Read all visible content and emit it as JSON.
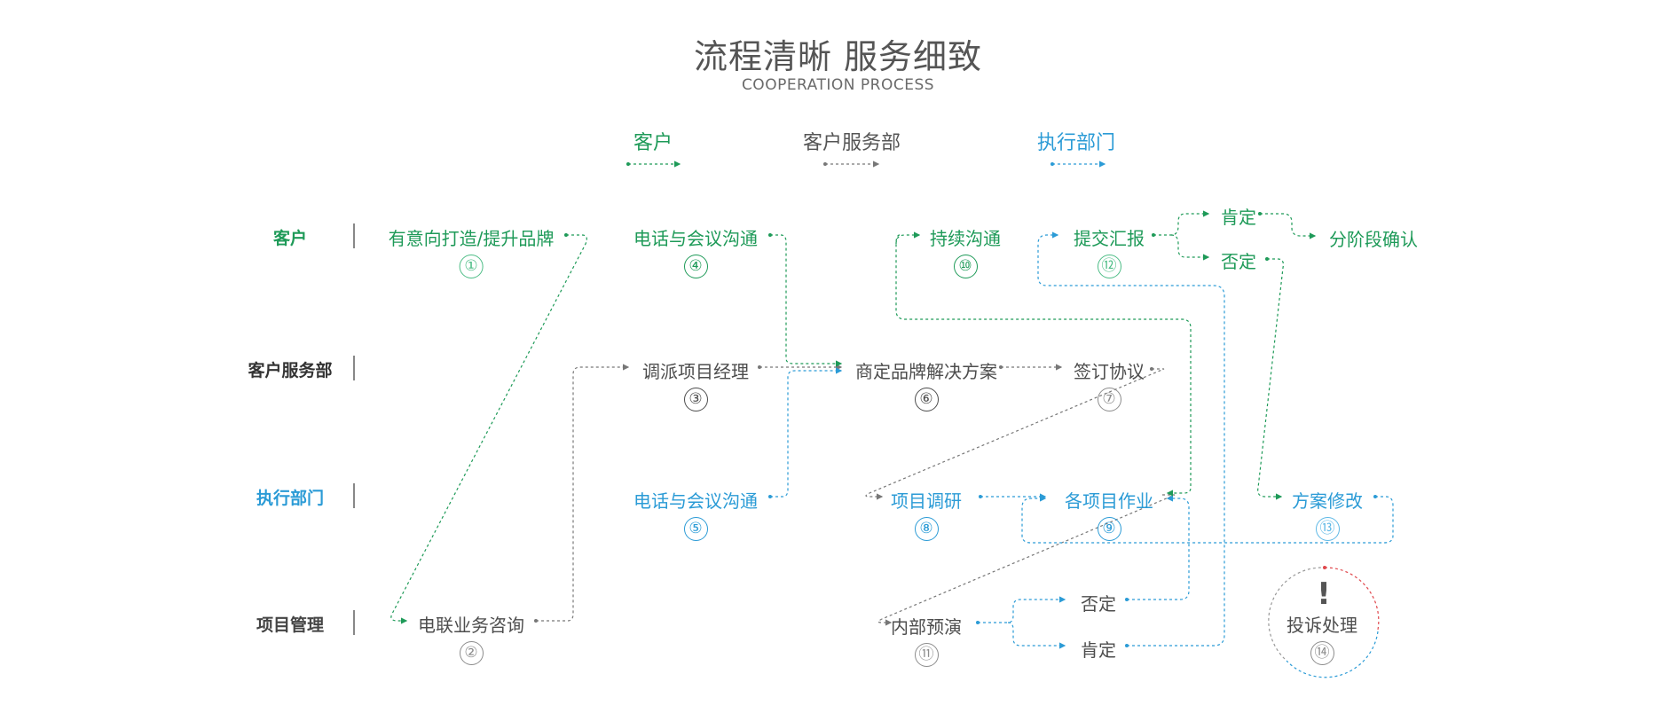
{
  "header": {
    "title": "流程清晰 服务细致",
    "subtitle": "COOPERATION PROCESS"
  },
  "legend": [
    {
      "label": "客户",
      "color": "#1e9a58"
    },
    {
      "label": "客户服务部",
      "color": "#555555"
    },
    {
      "label": "执行部门",
      "color": "#2b9bd6"
    }
  ],
  "lanes": [
    {
      "label": "客户",
      "color": "#1e9a58"
    },
    {
      "label": "客户服务部",
      "color": "#333333"
    },
    {
      "label": "执行部门",
      "color": "#2b9bd6"
    },
    {
      "label": "项目管理",
      "color": "#444444"
    }
  ],
  "nodes": [
    {
      "step": "①",
      "label": "有意向打造/提升品牌",
      "lane": "客户"
    },
    {
      "step": "②",
      "label": "电联业务咨询",
      "lane": "项目管理"
    },
    {
      "step": "③",
      "label": "调派项目经理",
      "lane": "客户服务部"
    },
    {
      "step": "④",
      "label": "电话与会议沟通",
      "lane": "客户"
    },
    {
      "step": "⑤",
      "label": "电话与会议沟通",
      "lane": "执行部门"
    },
    {
      "step": "⑥",
      "label": "商定品牌解决方案",
      "lane": "客户服务部"
    },
    {
      "step": "⑦",
      "label": "签订协议",
      "lane": "客户服务部"
    },
    {
      "step": "⑧",
      "label": "项目调研",
      "lane": "执行部门"
    },
    {
      "step": "⑨",
      "label": "各项目作业",
      "lane": "执行部门"
    },
    {
      "step": "⑩",
      "label": "持续沟通",
      "lane": "客户"
    },
    {
      "step": "⑪",
      "label": "内部预演",
      "lane": "项目管理"
    },
    {
      "step": "⑫",
      "label": "提交汇报",
      "lane": "客户"
    },
    {
      "step": "⑬",
      "label": "方案修改",
      "lane": "执行部门"
    },
    {
      "step": "⑭",
      "label": "投诉处理",
      "lane": "项目管理"
    }
  ],
  "branches": {
    "report_yes": "肯定",
    "report_no": "否定",
    "final": "分阶段确认",
    "rehearsal_no": "否定",
    "rehearsal_yes": "肯定"
  },
  "complaint_icon": "!",
  "colors": {
    "green": "#1e9a58",
    "gray": "#555555",
    "blue": "#2b9bd6",
    "red": "#e0474c"
  }
}
